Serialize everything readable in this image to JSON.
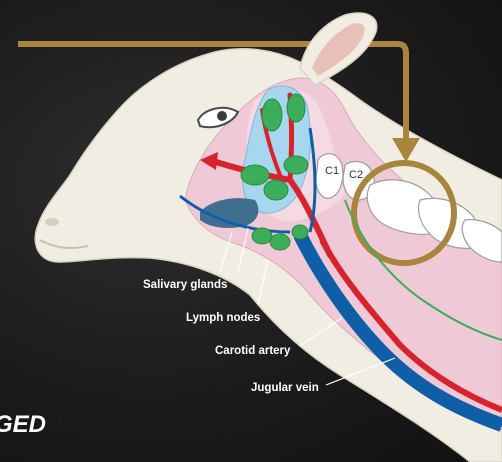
{
  "labels": {
    "salivary": "Salivary glands",
    "lymph": "Lymph nodes",
    "carotid": "Carotid artery",
    "jugular": "Jugular vein",
    "c1": "C1",
    "c2": "C2"
  },
  "cropped_text": "GED",
  "colors": {
    "background": "#1b1b1b",
    "skin": "#f1ede3",
    "tissue": "#f0c9d6",
    "gland": "#3cae5a",
    "artery": "#d8232a",
    "vein": "#0f5fa8",
    "arrow": "#a9843c"
  }
}
